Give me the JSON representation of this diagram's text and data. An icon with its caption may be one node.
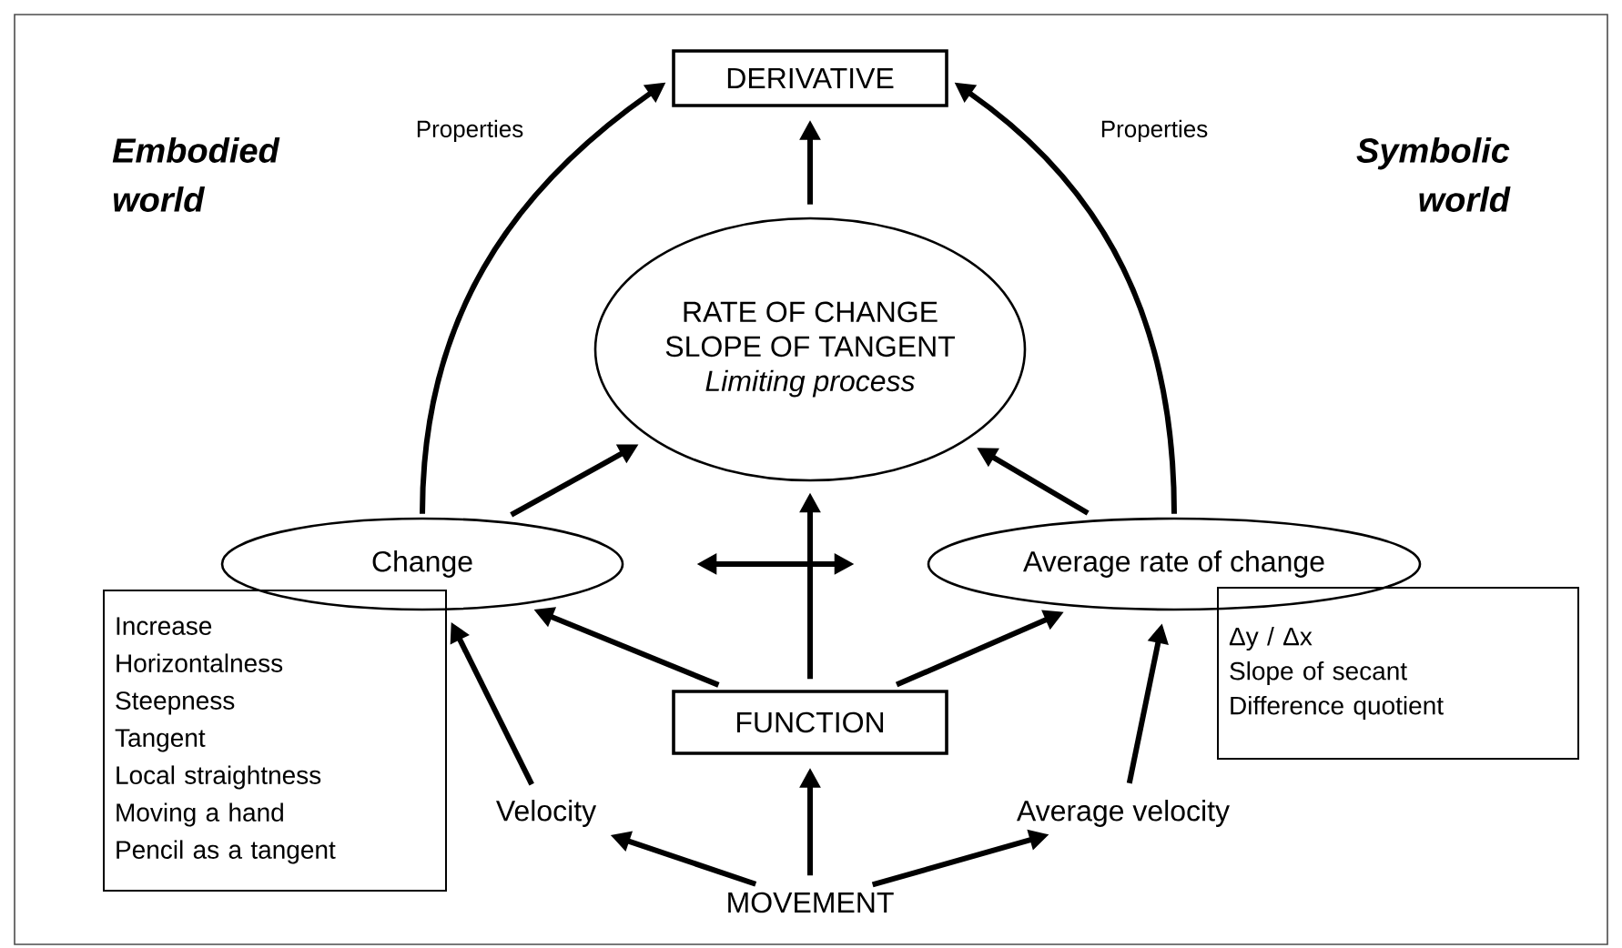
{
  "diagram": {
    "nodes": [
      {
        "text": [
          "DERIVATIVE"
        ]
      },
      {
        "text": [
          "RATE OF CHANGE",
          "SLOPE OF TANGENT",
          "Limiting process"
        ]
      },
      {
        "text": [
          "Change"
        ]
      },
      {
        "text": [
          "Average rate of change"
        ]
      },
      {
        "text": [
          "Increase",
          "Horizontalness",
          "Steepness",
          "Tangent",
          "Local straightness",
          "Moving a hand",
          "Pencil as a tangent"
        ]
      },
      {
        "text": [
          "Δy / Δx",
          "Slope of secant",
          "Difference quotient"
        ]
      },
      {
        "text": [
          "FUNCTION"
        ]
      },
      {
        "text": [
          "Velocity"
        ]
      },
      {
        "text": [
          "Average velocity"
        ]
      },
      {
        "text": [
          "MOVEMENT"
        ]
      }
    ],
    "edges": [
      {
        "from": 2,
        "to": 0,
        "arrow": "to",
        "label": "Properties"
      },
      {
        "from": 3,
        "to": 0,
        "arrow": "to",
        "label": "Properties"
      },
      {
        "from": 1,
        "to": 0,
        "arrow": "to"
      },
      {
        "from": 2,
        "to": 1,
        "arrow": "to"
      },
      {
        "from": 3,
        "to": 1,
        "arrow": "to"
      },
      {
        "from": 6,
        "to": 1,
        "arrow": "to"
      },
      {
        "from": 2,
        "to": 3,
        "arrow": "both"
      },
      {
        "from": 6,
        "to": 2,
        "arrow": "to"
      },
      {
        "from": 6,
        "to": 3,
        "arrow": "to"
      },
      {
        "from": 7,
        "to": 2,
        "arrow": "to"
      },
      {
        "from": 8,
        "to": 3,
        "arrow": "to"
      },
      {
        "from": 9,
        "to": 6,
        "arrow": "to"
      },
      {
        "from": 9,
        "to": 7,
        "arrow": "to"
      },
      {
        "from": 9,
        "to": 8,
        "arrow": "to"
      }
    ],
    "labels": [
      "Embodied world",
      "Symbolic world"
    ]
  }
}
